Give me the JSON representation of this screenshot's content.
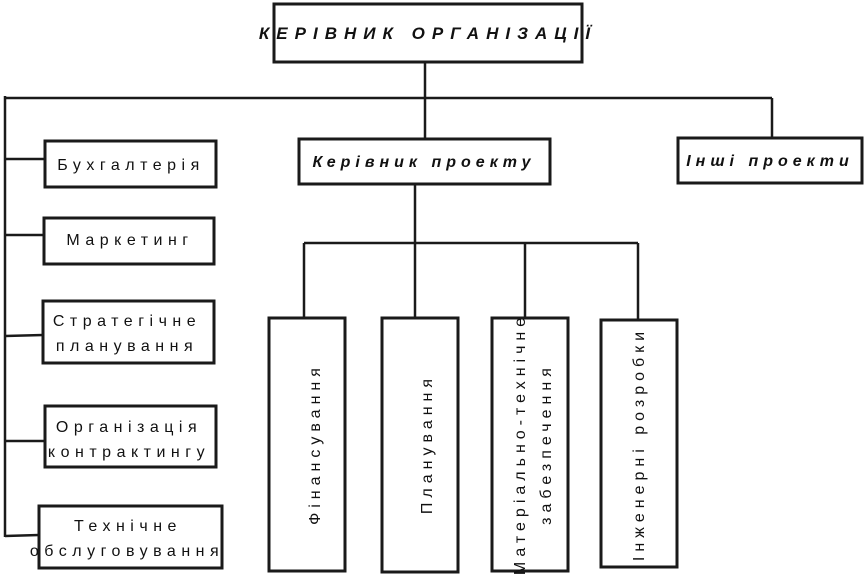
{
  "diagram": {
    "root": {
      "label": "КЕРІВНИК ОРГАНІЗАЦІЇ"
    },
    "project_manager": {
      "label": "Керівник проекту"
    },
    "other_projects": {
      "label": "Інші проекти"
    },
    "departments": [
      {
        "lines": [
          "Бухгалтерія"
        ]
      },
      {
        "lines": [
          "Маркетинг"
        ]
      },
      {
        "lines": [
          "Стратегічне",
          "планування"
        ]
      },
      {
        "lines": [
          "Організація",
          "контрактингу"
        ]
      },
      {
        "lines": [
          "Технічне",
          "обслуговування"
        ]
      }
    ],
    "project_units": [
      {
        "lines": [
          "Фінансування"
        ]
      },
      {
        "lines": [
          "Планування"
        ]
      },
      {
        "lines": [
          "Матеріально-технічне",
          "забезпечення"
        ]
      },
      {
        "lines": [
          "Інженерні розробки"
        ]
      }
    ],
    "colors": {
      "stroke": "#1a1a1a",
      "background": "#ffffff",
      "text": "#111111"
    }
  }
}
